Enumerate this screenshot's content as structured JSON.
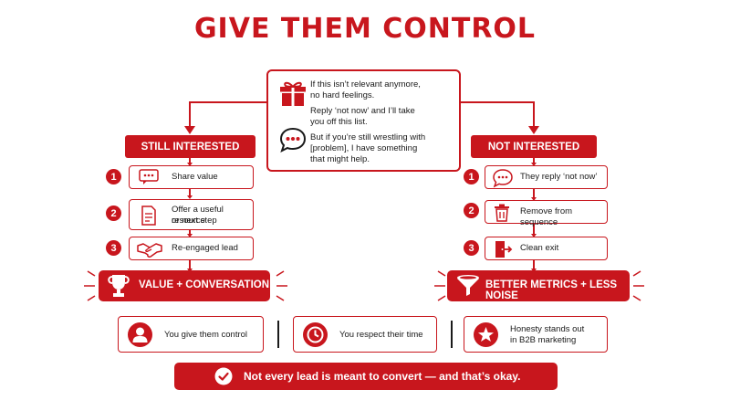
{
  "title": "GIVE THEM CONTROL",
  "message": {
    "lines": [
      "If this isn’t relevant anymore,",
      "no hard feelings.",
      "Reply ‘not now’ and I’ll take",
      "you off this list.",
      "But if you’re still wrestling with",
      "[problem], I have something",
      "that might help."
    ],
    "icons": [
      "gift-icon",
      "chat-bubble-icon"
    ]
  },
  "left": {
    "header": "STILL INTERESTED",
    "steps": [
      {
        "num": "1",
        "icon": "chat-bubble-icon",
        "lines": [
          "Share value"
        ]
      },
      {
        "num": "2",
        "icon": "document-icon",
        "lines": [
          "Offer a useful resource",
          "or next step"
        ]
      },
      {
        "num": "3",
        "icon": "handshake-icon",
        "lines": [
          "Re-engaged lead"
        ]
      }
    ],
    "outcome": {
      "label": "VALUE + CONVERSATION",
      "icon": "trophy-icon"
    }
  },
  "right": {
    "header": "NOT INTERESTED",
    "steps": [
      {
        "num": "1",
        "icon": "chat-bubble-icon",
        "lines": [
          "They reply ‘not now’"
        ]
      },
      {
        "num": "2",
        "icon": "trash-icon",
        "lines": [
          "Remove from sequence"
        ]
      },
      {
        "num": "3",
        "icon": "exit-door-icon",
        "lines": [
          "Clean exit"
        ]
      }
    ],
    "outcome": {
      "label": "BETTER METRICS + LESS NOISE",
      "icon": "funnel-icon"
    }
  },
  "benefits": [
    {
      "icon": "person-icon",
      "lines": [
        "You give them control"
      ]
    },
    {
      "icon": "clock-icon",
      "lines": [
        "You respect their time"
      ]
    },
    {
      "icon": "star-icon",
      "lines": [
        "Honesty stands out",
        "in B2B marketing"
      ]
    }
  ],
  "footer": {
    "icon": "check-circle-icon",
    "label": "Not every lead is meant to convert — and that’s okay."
  },
  "colors": {
    "accent": "#c8161d",
    "text": "#1a1a1a",
    "background": "#ffffff"
  }
}
